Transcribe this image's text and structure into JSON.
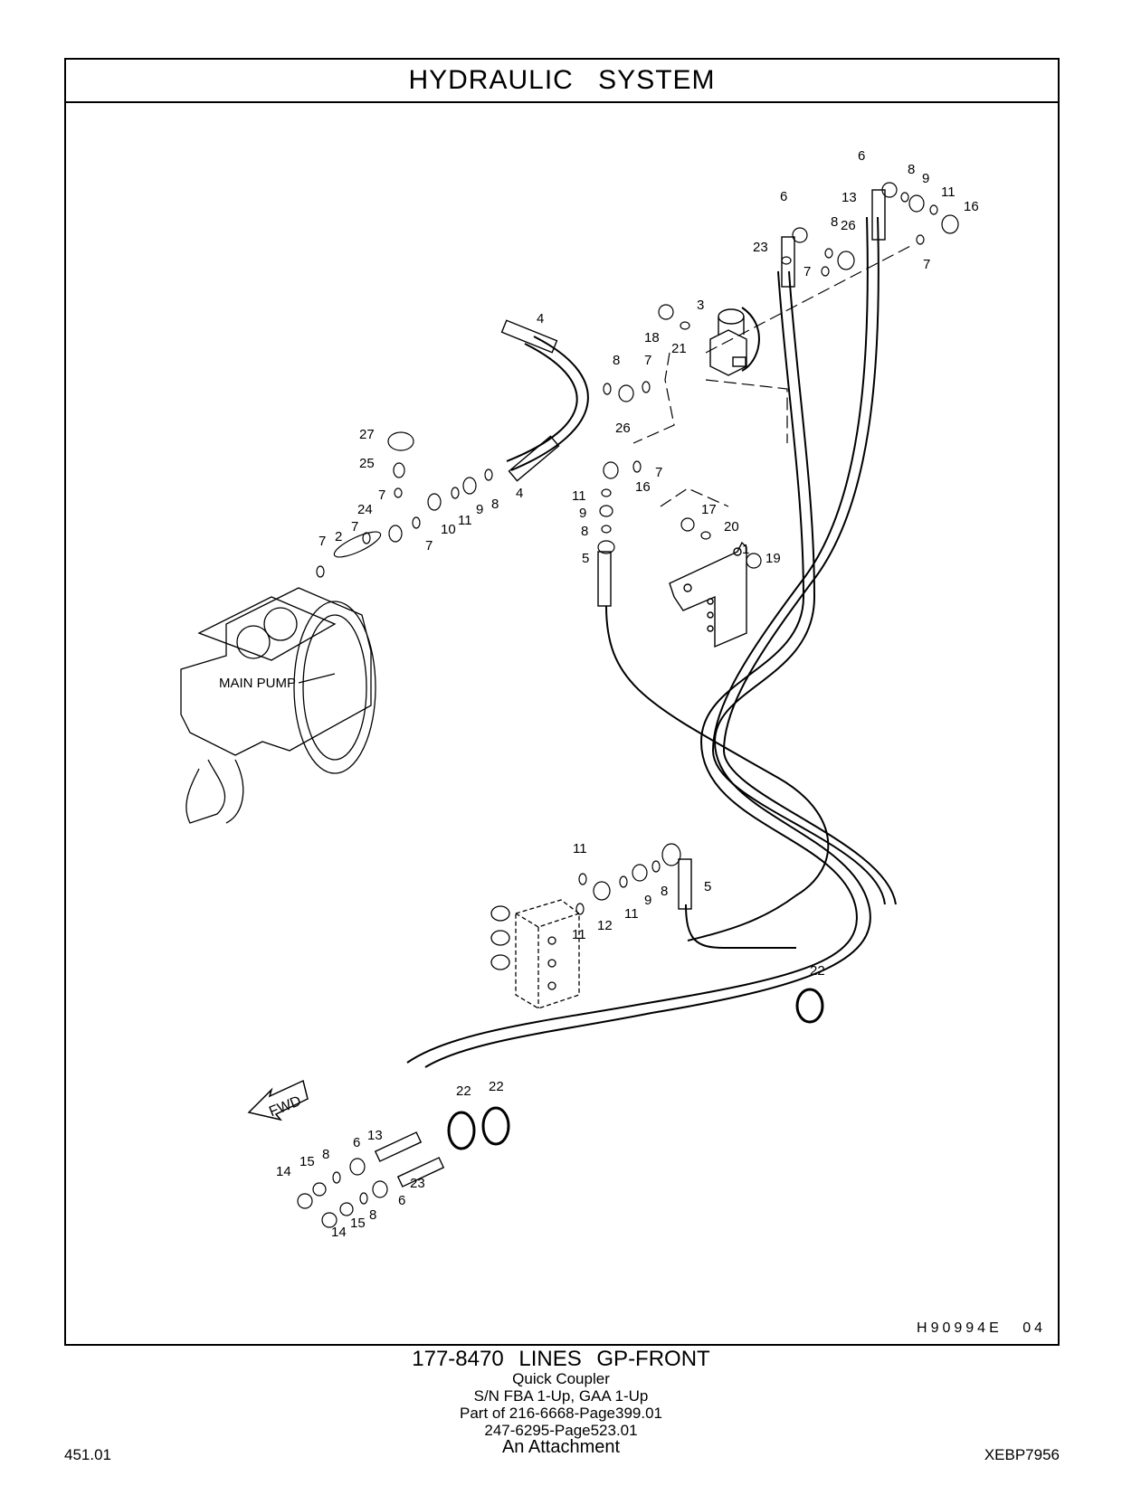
{
  "title": "HYDRAULIC SYSTEM",
  "figure_code": "H90994E 04",
  "caption": {
    "line1": "177-8470 LINES GP-FRONT",
    "line2": "Quick Coupler",
    "line3": "S/N FBA 1-Up, GAA 1-Up",
    "line4": "Part of 216-6668-Page399.01",
    "line5": "247-6295-Page523.01",
    "line6": "An Attachment"
  },
  "page_number": "451.01",
  "doc_code": "XEBP7956",
  "diagram": {
    "main_pump_label": "MAIN PUMP",
    "fwd_label": "FWD",
    "callouts": [
      "1",
      "2",
      "3",
      "4",
      "5",
      "6",
      "7",
      "8",
      "9",
      "10",
      "11",
      "12",
      "13",
      "14",
      "15",
      "16",
      "17",
      "18",
      "19",
      "20",
      "21",
      "22",
      "23",
      "24",
      "25",
      "26",
      "27"
    ]
  }
}
